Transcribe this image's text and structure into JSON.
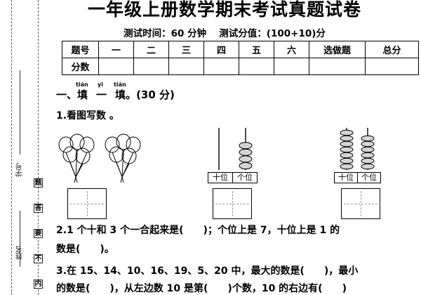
{
  "header": {
    "title": "一年级上册数学期末考试真题试卷",
    "subtitle": "测试时间：60 分钟　 测试分值：(100+10)分"
  },
  "binding": {
    "student_id_label": "学号",
    "name_label": "姓名",
    "chars": [
      "题",
      "答",
      "要",
      "不",
      "内"
    ]
  },
  "score_table": {
    "row1": [
      "题号",
      "一",
      "二",
      "三",
      "四",
      "五",
      "六",
      "选做题",
      "总分"
    ],
    "row2_label": "分数"
  },
  "section1": {
    "prefix": "一、",
    "chars": [
      "填",
      "一",
      "填"
    ],
    "pinyin": [
      "tián",
      "yī",
      "tián"
    ],
    "suffix": "。(30 分)"
  },
  "questions": {
    "q1": "1.看图写数 。",
    "q2_line1": "2.1 个十和 3 个一合起来是(　　)；个位上是 7，十位上是 1 的",
    "q2_line2": "数是(　　)。",
    "q3_line1": "3.在 15、14、10、16、19、5、20 中，最大的数是(　　)，最小",
    "q3_line2": "的数是(　　)，从左边数 10 是第(　　)个数，10 的右边有(　　)"
  },
  "abacus": {
    "tens_label": "十位",
    "ones_label": "个位",
    "abacus1": {
      "tens": 0,
      "ones": 4
    },
    "abacus2": {
      "tens": 7,
      "ones": 6
    }
  },
  "pictures": {
    "balloon_group_1": 5,
    "balloon_group_2": 5
  }
}
